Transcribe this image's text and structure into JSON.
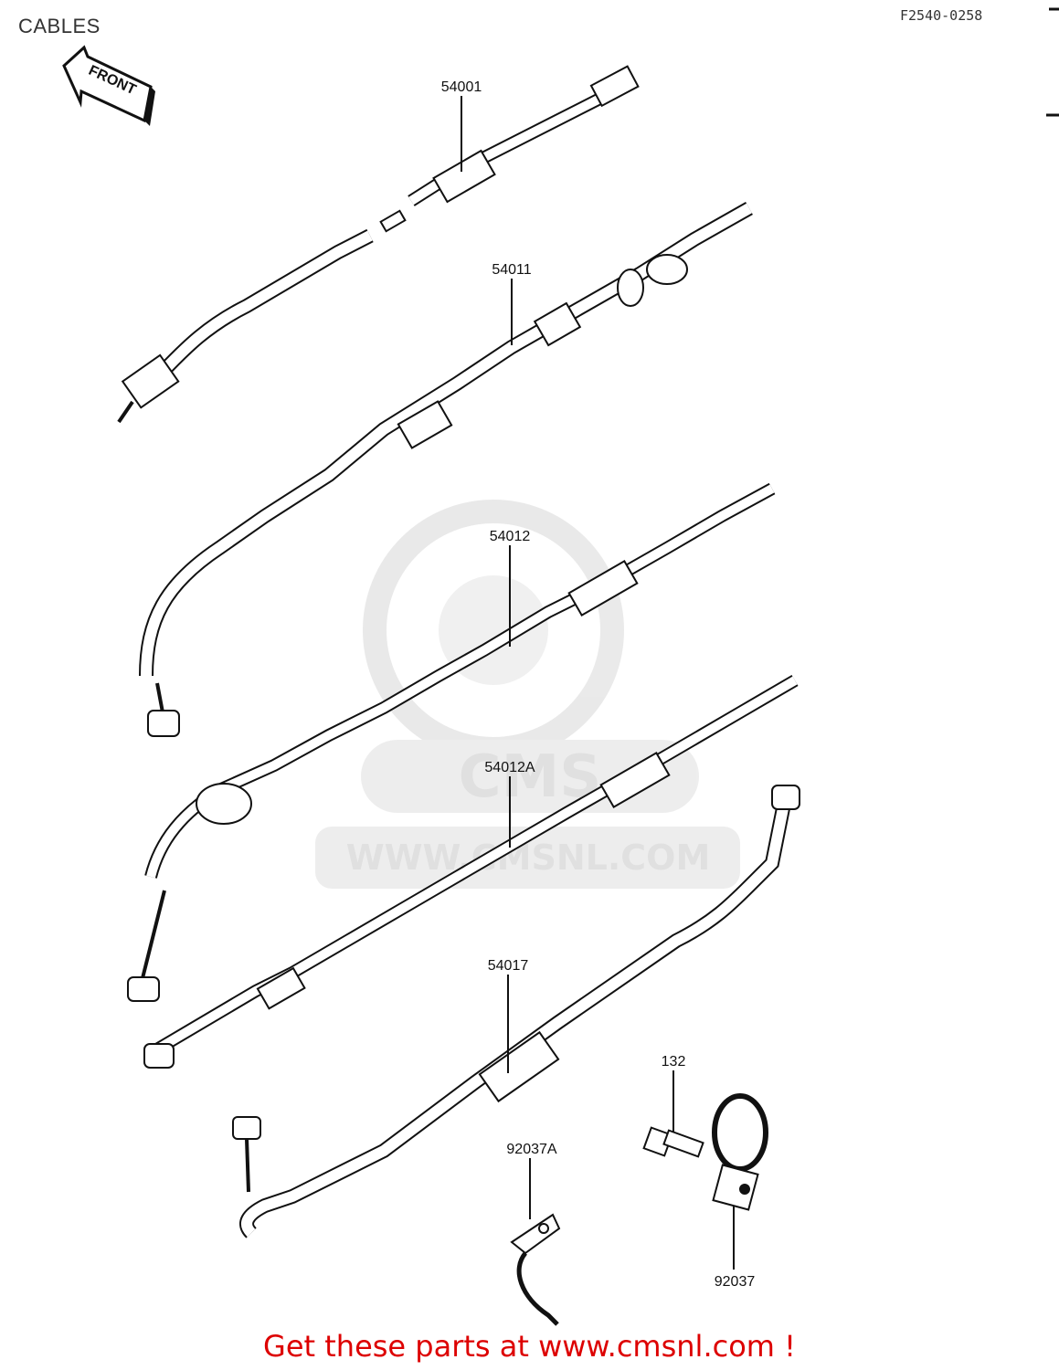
{
  "header": {
    "title": "CABLES",
    "figure_code": "F2540-0258"
  },
  "front_arrow": {
    "label": "FRONT"
  },
  "parts": [
    {
      "id": "54001"
    },
    {
      "id": "54011"
    },
    {
      "id": "54012"
    },
    {
      "id": "54012A"
    },
    {
      "id": "54017"
    },
    {
      "id": "132"
    },
    {
      "id": "92037A"
    },
    {
      "id": "92037"
    }
  ],
  "watermark": {
    "text": "WWW.CMSNL.COM",
    "brand": "CMS"
  },
  "footer": {
    "promo": "Get these parts at www.cmsnl.com !"
  },
  "colors": {
    "promo": "#dd0000",
    "watermark": "#dcdcdc",
    "line": "#111111"
  }
}
